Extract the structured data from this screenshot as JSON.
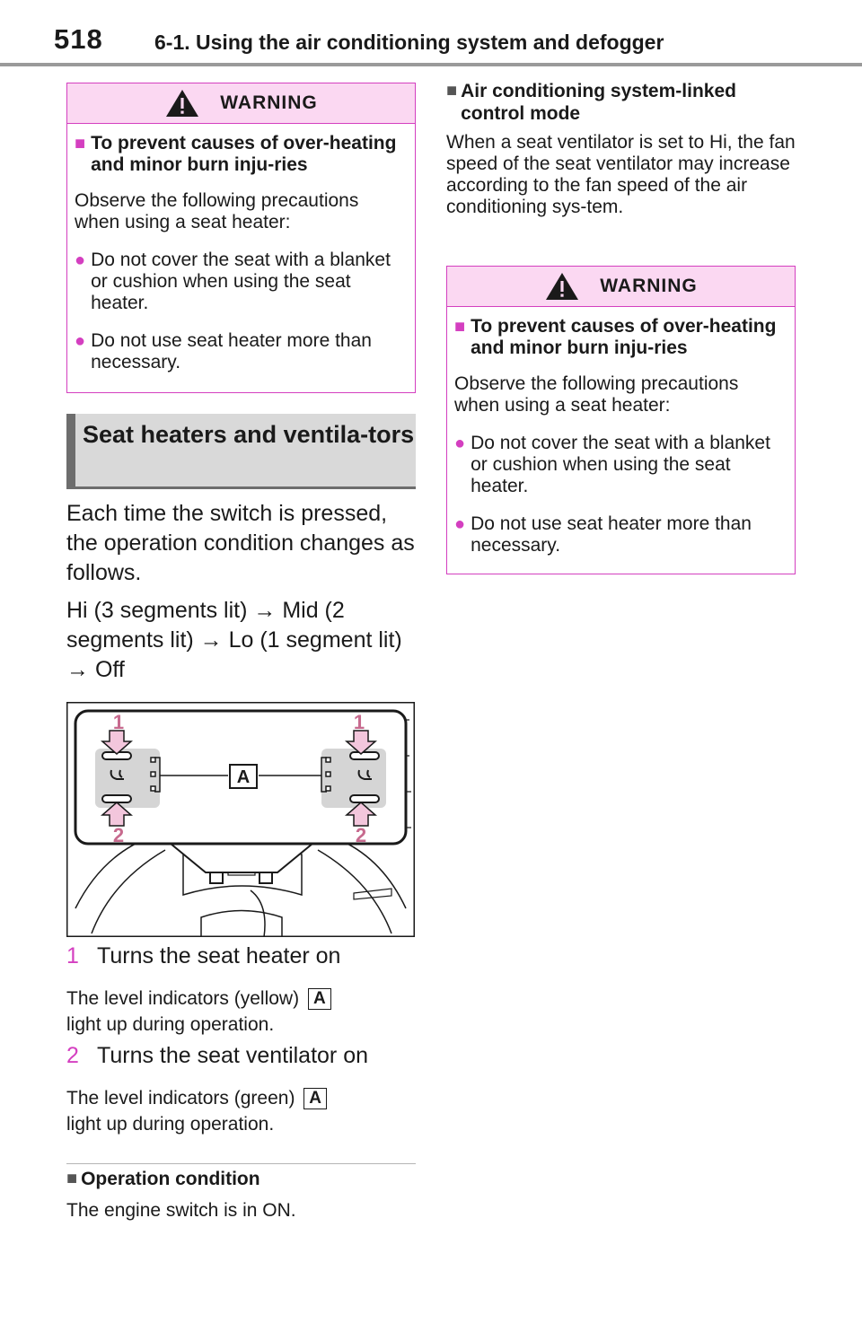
{
  "header": {
    "page_number": "518",
    "section_title": "6-1. Using the air conditioning system and defogger"
  },
  "warning_left": {
    "title": "WARNING",
    "subheading": "To prevent causes of over-heating and minor burn inju-ries",
    "intro": "Observe the following precautions when using a seat heater:",
    "bullets": [
      "Do not cover the seat with a blanket or cushion when using the seat heater.",
      "Do not use seat heater more than necessary."
    ]
  },
  "seat_section": {
    "heading": "Seat heaters and ventila-tors",
    "intro": "Each time the switch is pressed, the operation condition changes as follows.",
    "sequence": "Hi (3 segments lit) → Mid (2 segments lit) → Lo (1 segment lit) → Off",
    "illustration": {
      "callout_top": "1",
      "callout_bottom": "2",
      "label_a": "A"
    },
    "items": [
      {
        "number": "1",
        "label": "Turns the seat heater on",
        "note": "The level indicators (yellow)",
        "note_box": "A",
        "note_end": "light up during operation."
      },
      {
        "number": "2",
        "label": "Turns the seat ventilator on",
        "note": "The level indicators (green)",
        "note_box": "A",
        "note_end": "light up during operation."
      }
    ]
  },
  "operation_condition": {
    "heading": "Operation condition",
    "text": "The engine switch is in ON."
  },
  "ac_linked": {
    "heading": "Air conditioning system-linked control mode",
    "text": "When a seat ventilator is set to Hi, the fan speed of the seat ventilator may increase according to the fan speed of the air conditioning sys-tem."
  },
  "warning_right": {
    "title": "WARNING",
    "subheading": "To prevent causes of over-heating and minor burn inju-ries",
    "intro": "Observe the following precautions when using a seat heater:",
    "bullets": [
      "Do not cover the seat with a blanket or cushion when using the seat heater.",
      "Do not use seat heater more than necessary."
    ]
  },
  "colors": {
    "accent_magenta": "#d43fc0",
    "warning_fill": "#fbd8f2",
    "band_gray": "#d9d9d9",
    "callout_pink": "#c76a8e"
  },
  "icons": [
    "warning-triangle-icon",
    "square-bullet-icon",
    "dot-bullet-icon",
    "arrow-right-icon"
  ]
}
